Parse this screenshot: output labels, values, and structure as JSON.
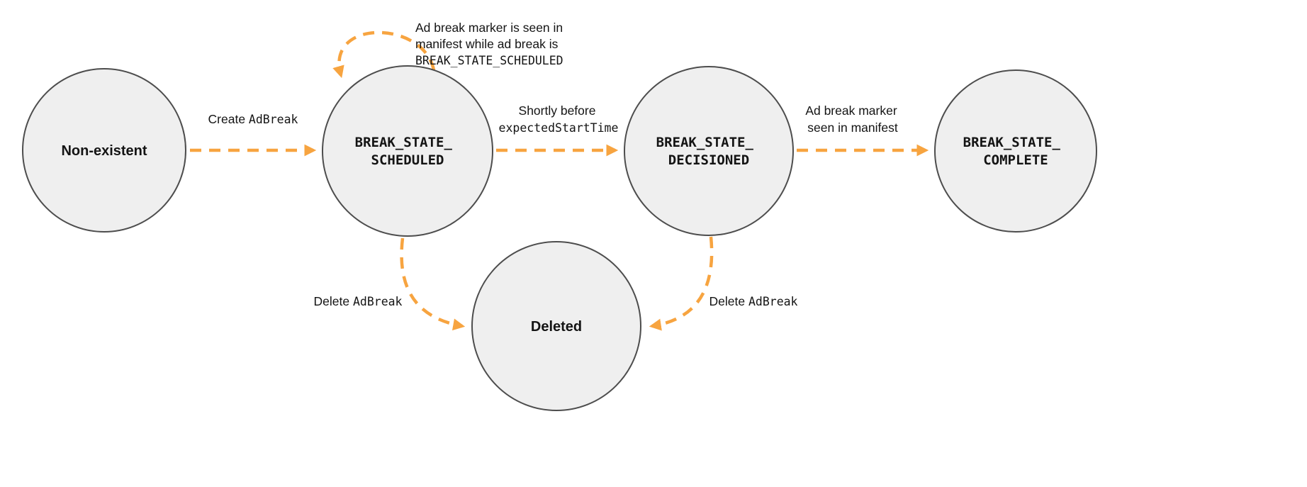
{
  "diagram": {
    "type": "state-diagram",
    "colors": {
      "arrow": "#F7A440",
      "node_fill": "#EFEFEF",
      "node_stroke": "#4D4D4D",
      "text": "#141414"
    },
    "nodes": {
      "non_existent": {
        "label": "Non-existent"
      },
      "scheduled": {
        "line1": "BREAK_STATE_",
        "line2": "SCHEDULED"
      },
      "decisioned": {
        "line1": "BREAK_STATE_",
        "line2": "DECISIONED"
      },
      "complete": {
        "line1": "BREAK_STATE_",
        "line2": "COMPLETE"
      },
      "deleted": {
        "label": "Deleted"
      }
    },
    "edges": {
      "create": {
        "text": "Create ",
        "code": "AdBreak"
      },
      "self_loop": {
        "line1": "Ad break marker is seen in",
        "line2": "manifest while ad break is",
        "line3_code": "BREAK_STATE_SCHEDULED"
      },
      "to_decisioned": {
        "line1": "Shortly before",
        "line2_code": "expectedStartTime"
      },
      "to_complete": {
        "line1": "Ad break marker",
        "line2": "seen in manifest"
      },
      "delete_from_scheduled": {
        "text": "Delete ",
        "code": "AdBreak"
      },
      "delete_from_decisioned": {
        "text": "Delete ",
        "code": "AdBreak"
      }
    }
  }
}
